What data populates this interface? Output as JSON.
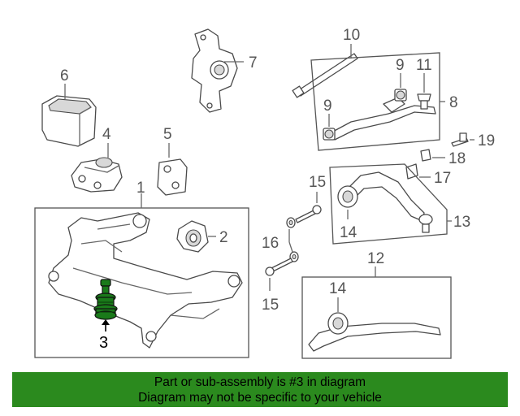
{
  "callouts": {
    "c1": "1",
    "c2": "2",
    "c3": "3",
    "c4": "4",
    "c5": "5",
    "c6": "6",
    "c7": "7",
    "c8": "8",
    "c9a": "9",
    "c9b": "9",
    "c10": "10",
    "c11": "11",
    "c12": "12",
    "c13": "13",
    "c14a": "14",
    "c14b": "14",
    "c15a": "15",
    "c15b": "15",
    "c16": "16",
    "c17": "17",
    "c18": "18",
    "c19": "19"
  },
  "banner": {
    "line1": "Part or sub-assembly is #3 in diagram",
    "line2": "Diagram may not be specific to your vehicle"
  },
  "colors": {
    "banner": "#2b8a1e",
    "highlight_part": "#1a7a1a"
  }
}
